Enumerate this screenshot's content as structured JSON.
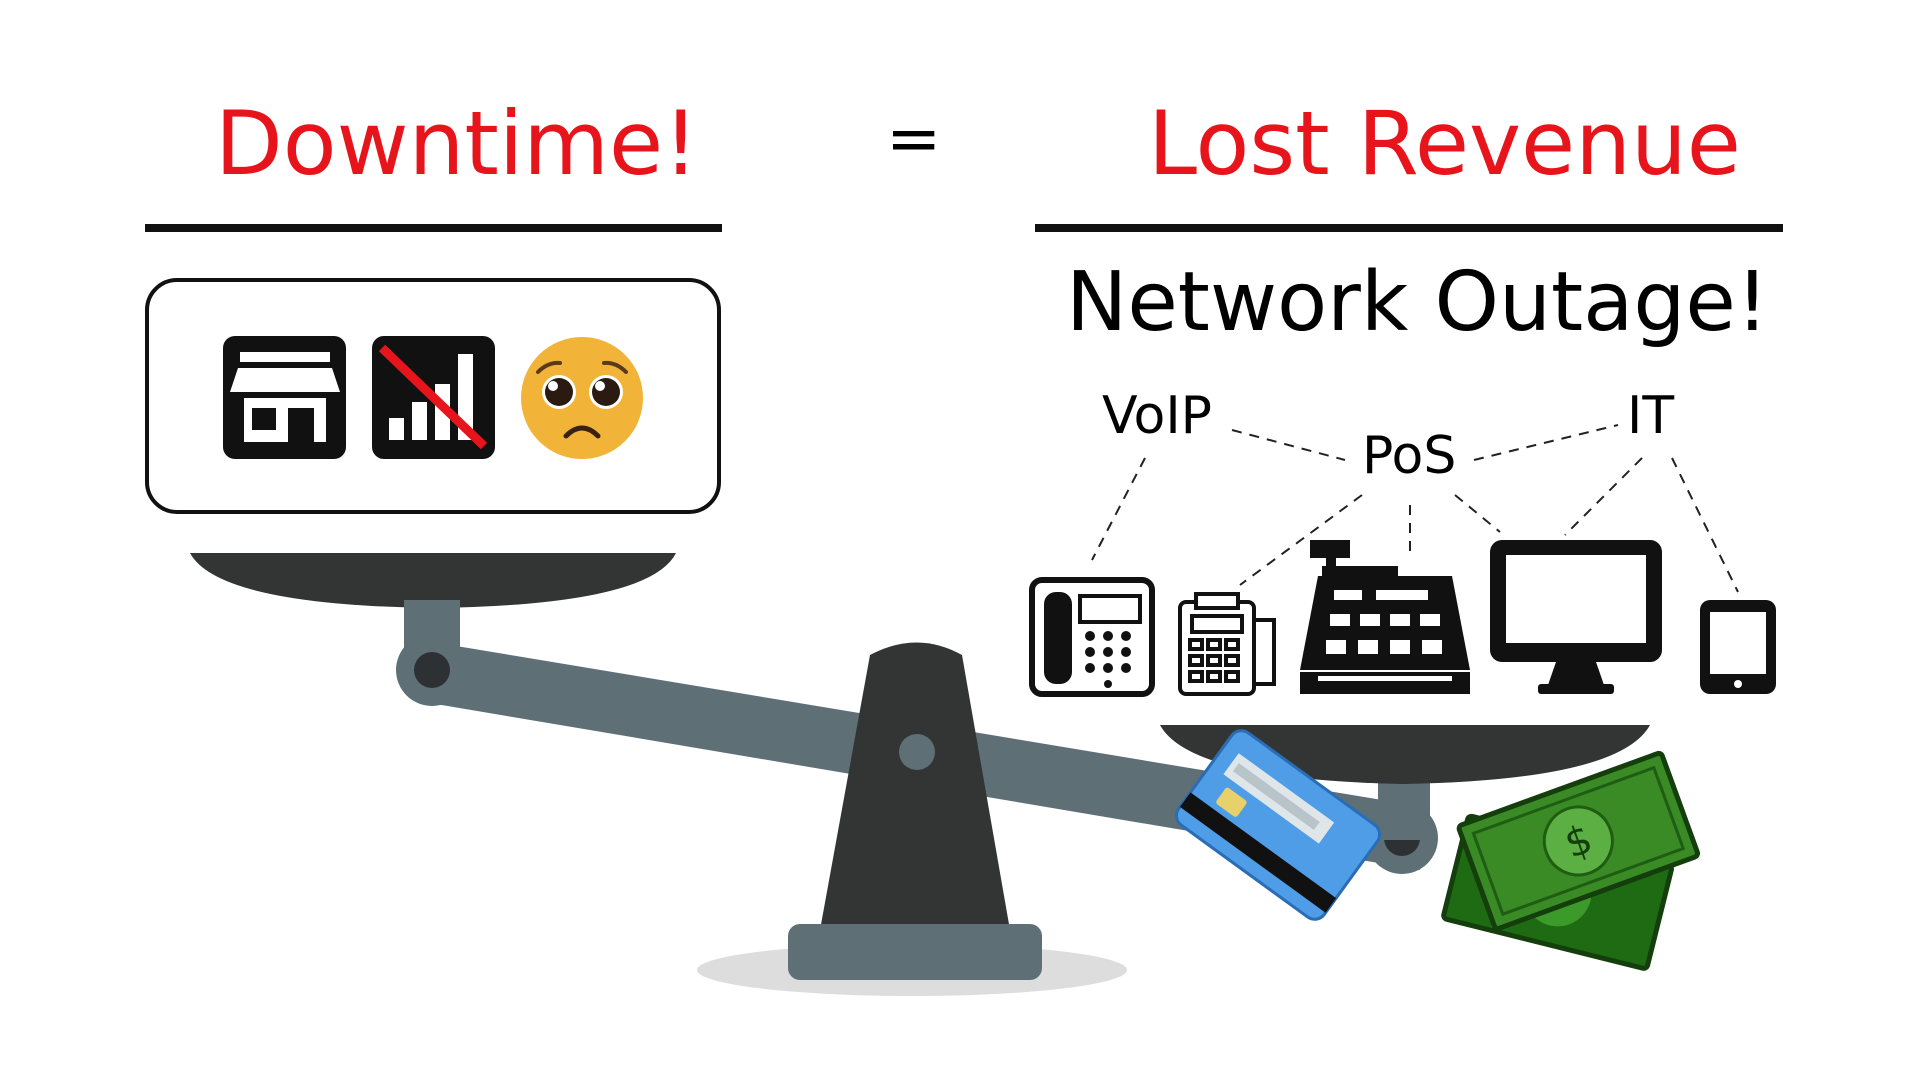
{
  "equation": {
    "left": "Downtime!",
    "operator": "=",
    "right": "Lost Revenue"
  },
  "outage": {
    "title": "Network Outage!",
    "systems": [
      "VoIP",
      "PoS",
      "IT"
    ]
  },
  "icons": {
    "left_panel": [
      "storefront-icon",
      "no-signal-icon",
      "pleading-face-emoji"
    ],
    "devices": [
      "desk-phone-icon",
      "card-terminal-icon",
      "cash-register-icon",
      "monitor-icon",
      "tablet-icon"
    ],
    "money": [
      "credit-card-icon",
      "dollar-bills-icon"
    ]
  },
  "colors": {
    "accent_red": "#e8141b",
    "text": "#000000",
    "beam": "#5f6f76",
    "stand": "#333535",
    "emoji": "#f2b339",
    "card_blue": "#4e9de6",
    "money_green": "#2e7d1e"
  }
}
